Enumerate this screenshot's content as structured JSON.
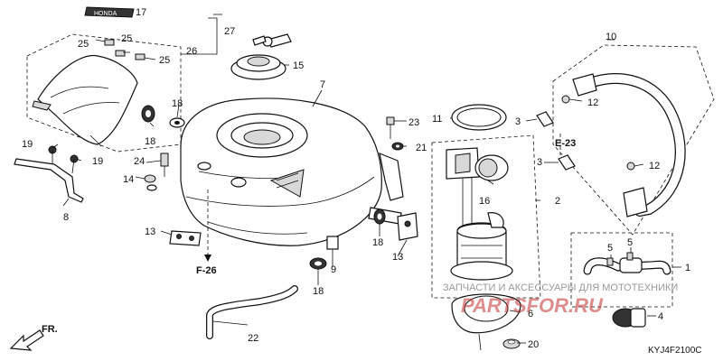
{
  "diagram": {
    "part_labels": {
      "p1": "1",
      "p2": "2",
      "p3a": "3",
      "p3b": "3",
      "p4": "4",
      "p5a": "5",
      "p5b": "5",
      "p6": "6",
      "p7": "7",
      "p8": "8",
      "p9": "9",
      "p10": "10",
      "p11": "11",
      "p12a": "12",
      "p12b": "12",
      "p13a": "13",
      "p13b": "13",
      "p14": "14",
      "p15": "15",
      "p16": "16",
      "p17": "17",
      "p18a": "18",
      "p18b": "18",
      "p18c": "18",
      "p18d": "18",
      "p19a": "19",
      "p19b": "19",
      "p20": "20",
      "p21": "21",
      "p22": "22",
      "p23": "23",
      "p24": "24",
      "p25a": "25",
      "p25b": "25",
      "p25c": "25",
      "p26": "26",
      "p27": "27"
    },
    "references": {
      "e23": "E-23",
      "f26": "F-26"
    },
    "front_marker": "FR.",
    "figure_code": "KYJ4F2100C",
    "watermark": {
      "caption": "ЗАПЧАСТИ И АКСЕССУАРЫ ДЛЯ МОТОТЕХНИКИ",
      "site": "PARTSFOR.RU"
    },
    "colors": {
      "line": "#111111",
      "watermark_red": "#c43030"
    }
  }
}
